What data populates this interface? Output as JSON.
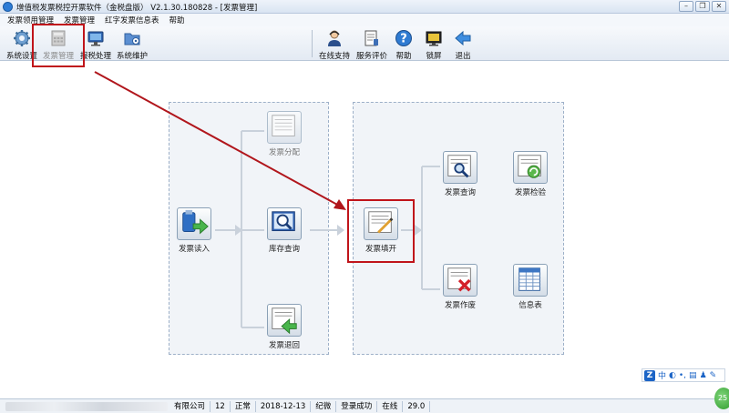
{
  "window": {
    "title": "增值税发票税控开票软件（金税盘版） V2.1.30.180828 - [发票管理]",
    "minimize_label": "–",
    "restore_label": "❐",
    "close_label": "✕"
  },
  "menu": {
    "items": [
      "发票领用管理",
      "发票管理",
      "红字发票信息表",
      "帮助"
    ]
  },
  "toolbar": {
    "left": [
      {
        "label": "系统设置",
        "icon": "gear-icon"
      },
      {
        "label": "发票管理",
        "icon": "invoice-calculator-icon",
        "state": "disabled"
      },
      {
        "label": "报税处理",
        "icon": "monitor-icon"
      },
      {
        "label": "系统维护",
        "icon": "folder-gear-icon"
      }
    ],
    "right": [
      {
        "label": "在线支持",
        "icon": "support-person-icon"
      },
      {
        "label": "服务评价",
        "icon": "rating-icon"
      },
      {
        "label": "帮助",
        "icon": "help-icon"
      },
      {
        "label": "锁屏",
        "icon": "lock-screen-icon"
      },
      {
        "label": "退出",
        "icon": "exit-arrow-icon"
      }
    ]
  },
  "workflow": {
    "left_panel": {
      "read_in": "发票读入",
      "allocate": "发票分配",
      "inventory_query": "库存查询",
      "return": "发票退回"
    },
    "right_panel": {
      "fill_issue": "发票填开",
      "query": "发票查询",
      "verify": "发票检验",
      "void": "发票作废",
      "info_table": "信息表"
    }
  },
  "highlight_color": "#c0141a",
  "status": {
    "company_suffix": "有限公司",
    "code": "12",
    "state": "正常",
    "date": "2018-12-13",
    "user": "纪微",
    "login": "登录成功",
    "online": "在线",
    "version": "29.0"
  },
  "ime": {
    "logo": "Z",
    "lang": "中",
    "badge": "25"
  }
}
